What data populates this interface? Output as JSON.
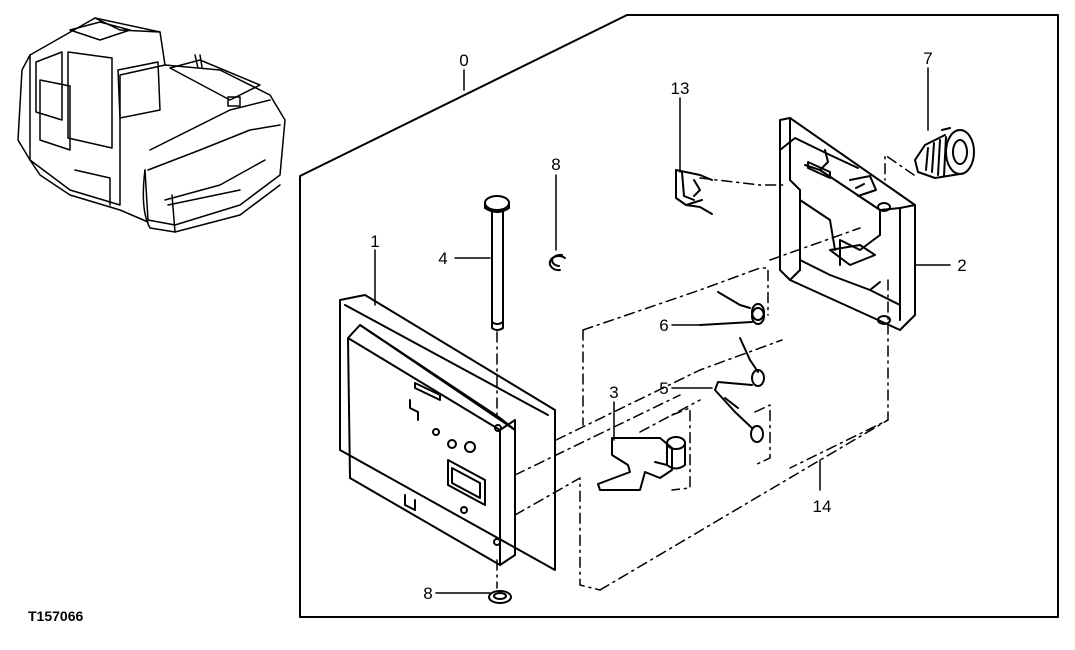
{
  "figure_id": "T157066",
  "callouts": {
    "c0": "0",
    "c1": "1",
    "c2": "2",
    "c3": "3",
    "c4": "4",
    "c5": "5",
    "c6": "6",
    "c7": "7",
    "c8a": "8",
    "c8b": "8",
    "c13": "13",
    "c14": "14"
  },
  "colors": {
    "line": "#000000",
    "background": "#ffffff"
  }
}
